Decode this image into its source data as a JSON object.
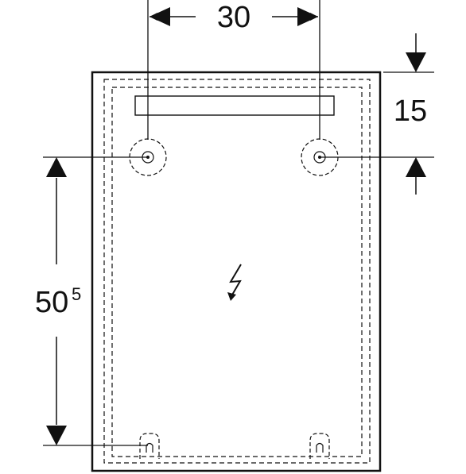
{
  "dimensions": {
    "width_label": "30",
    "top_offset_label": "15",
    "height_label_main": "50",
    "height_label_superscript": "5"
  },
  "symbols": {
    "electrical": "lightning-bolt-icon"
  },
  "colors": {
    "line": "#111111",
    "background": "#ffffff"
  }
}
